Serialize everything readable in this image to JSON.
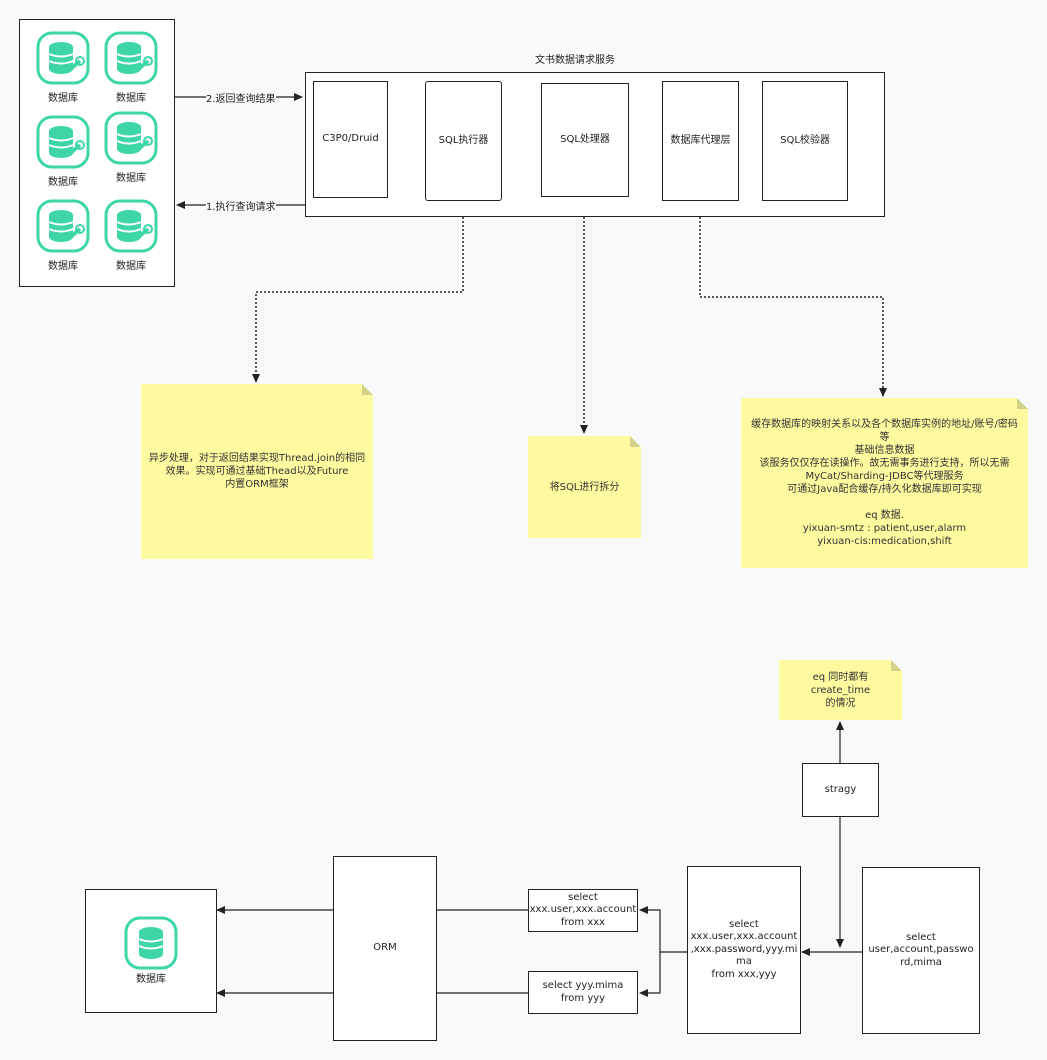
{
  "service": {
    "title": "文书数据请求服务"
  },
  "db_cluster": {
    "items": [
      "数据库",
      "数据库",
      "数据库",
      "数据库",
      "数据库",
      "数据库"
    ]
  },
  "arrows": {
    "return_result": "2.返回查询结果",
    "execute_query": "1.执行查询请求"
  },
  "components": {
    "c3p0": "C3P0/Druid",
    "executor": "SQL执行器",
    "processor": "SQL处理器",
    "proxy": "数据库代理层",
    "validator": "SQL校验器"
  },
  "notes": {
    "executor_note": "异步处理，对于返回结果实现Thread.join的相同\n效果。实现可通过基础Thead以及Future\n内置ORM框架",
    "processor_note": "将SQL进行拆分",
    "proxy_note": "缓存数据库的映射关系以及各个数据库实例的地址/账号/密码等\n基础信息数据\n该服务仅仅存在读操作。故无需事务进行支持，所以无需\nMyCat/Sharding-JDBC等代理服务\n可通过Java配合缓存/持久化数据库即可实现\n\neq 数据.\nyixuan-smtz : patient,user,alarm\nyixuan-cis:medication,shift",
    "strategy_note": "eq 同时都有create_time\n的情况"
  },
  "bottom": {
    "db_label": "数据库",
    "orm": "ORM",
    "sql_a": "select\nxxx.user,xxx.account\nfrom xxx",
    "sql_b": "select yyy.mima\nfrom yyy",
    "sql_joined": "select\nxxx.user,xxx.account\n,xxx.password,yyy.mi\nma\nfrom xxx,yyy",
    "sql_original": "select\nuser,account,passwo\nrd,mima",
    "strategy": "stragy"
  },
  "colors": {
    "db_icon": "#3ed6a8",
    "note": "#fdfa9f",
    "line": "#222222"
  }
}
